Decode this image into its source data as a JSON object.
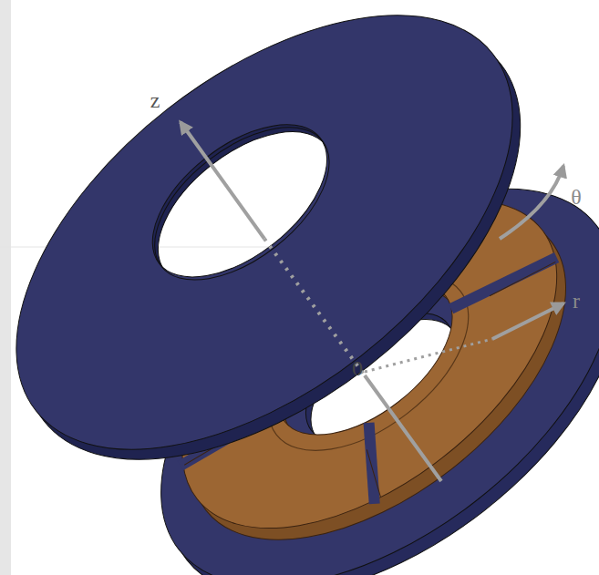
{
  "diagram": {
    "labels": [
      "z",
      "θ",
      "r",
      "0"
    ]
  }
}
